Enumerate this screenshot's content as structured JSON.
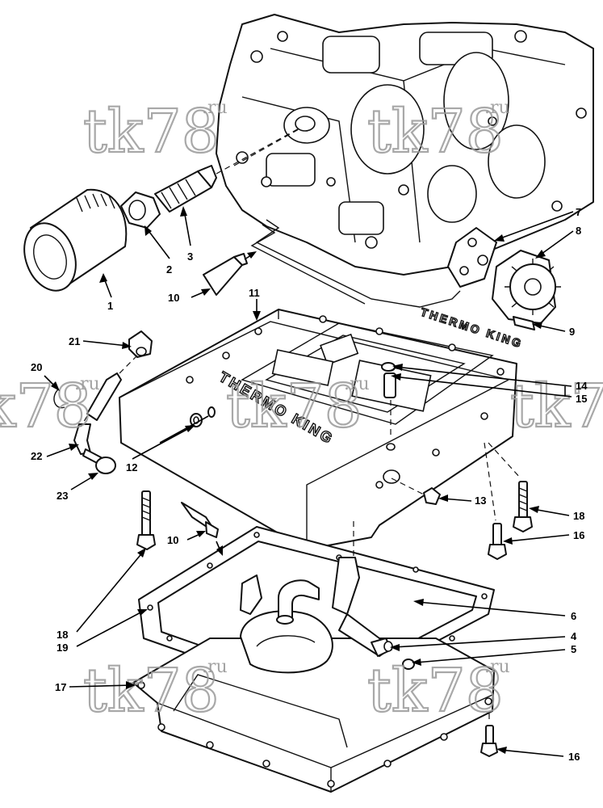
{
  "callouts": [
    "1",
    "2",
    "3",
    "4",
    "5",
    "6",
    "7",
    "8",
    "9",
    "10",
    "10",
    "11",
    "12",
    "13",
    "14",
    "15",
    "16",
    "16",
    "17",
    "18",
    "18",
    "19",
    "20",
    "21",
    "22",
    "23"
  ],
  "watermark": {
    "text": "tk78",
    "suffix": ".ru"
  },
  "casting_text": {
    "pan_side": "THERMO KING",
    "pan_rim": "THERMO KING"
  },
  "colors": {
    "line": "#111111",
    "watermark": "#9a9a9a",
    "background": "#ffffff"
  }
}
